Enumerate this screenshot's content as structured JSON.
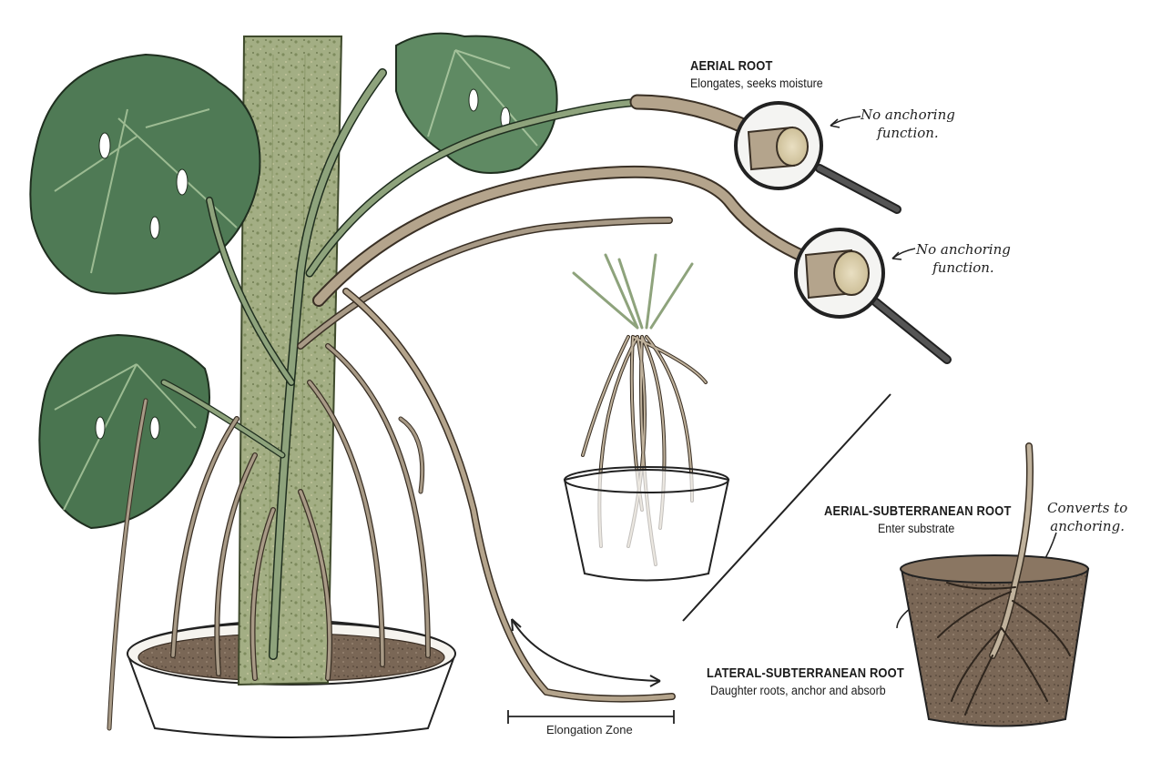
{
  "labels": {
    "aerial_root": {
      "title": "AERIAL ROOT",
      "subtitle": "Elongates, seeks moisture"
    },
    "aerial_subterranean_root": {
      "title": "AERIAL-SUBTERRANEAN ROOT",
      "subtitle": "Enter substrate"
    },
    "lateral_subterranean_root": {
      "title": "LATERAL-SUBTERRANEAN ROOT",
      "subtitle": "Daughter roots, anchor and absorb"
    }
  },
  "annotations": {
    "no_anchoring_1": [
      "No anchoring",
      "function."
    ],
    "no_anchoring_2": [
      "No anchoring",
      "function."
    ],
    "converts": [
      "Converts to",
      "anchoring."
    ]
  },
  "scale_bar": {
    "label": "Elongation Zone"
  },
  "colors": {
    "leaf": "#4f7a55",
    "leaf_light": "#6f9a70",
    "root": "#a89a86",
    "root_dark": "#6e6252",
    "moss_pole": "#9aa77a",
    "soil": "#6b5a4a",
    "stem": "#8ea37c",
    "ink": "#1a1a1a"
  }
}
